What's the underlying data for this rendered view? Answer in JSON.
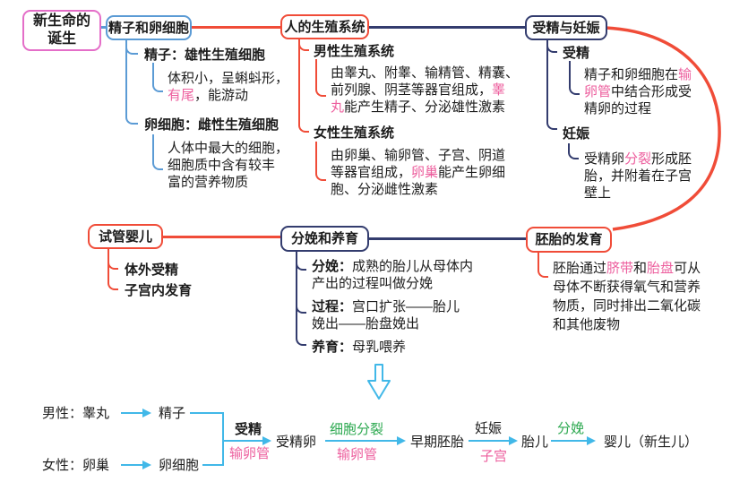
{
  "palette": {
    "magenta": "#E46EC8",
    "blue": "#5B9BD5",
    "red": "#F04C38",
    "navy": "#333C6E",
    "pink": "#ED5F9E",
    "green": "#2BA84F",
    "cyan": "#41B8E8",
    "ink": "#1C1C1C"
  },
  "root": {
    "line1": "新生命的",
    "line2": "诞生"
  },
  "sperm_egg": {
    "title": "精子和卵细胞",
    "sperm_label": "精子：雄性生殖细胞",
    "sperm_detail": {
      "lines": [
        [
          {
            "t": "体积小，呈蝌蚪形，"
          }
        ],
        [
          {
            "t": "有尾",
            "c": "pink"
          },
          {
            "t": "，能游动"
          }
        ]
      ]
    },
    "egg_label": "卵细胞：雌性生殖细胞",
    "egg_detail": {
      "lines": [
        [
          {
            "t": "人体中最大的细胞，"
          }
        ],
        [
          {
            "t": "细胞质中含有较丰"
          }
        ],
        [
          {
            "t": "富的营养物质"
          }
        ]
      ]
    }
  },
  "reproductive": {
    "title": "人的生殖系统",
    "male_label": "男性生殖系统",
    "male_detail": {
      "lines": [
        [
          {
            "t": "由睾丸、附睾、输精管、精囊、"
          }
        ],
        [
          {
            "t": "前列腺、阴茎等器官组成，"
          },
          {
            "t": "睾",
            "c": "pink"
          }
        ],
        [
          {
            "t": "丸",
            "c": "pink"
          },
          {
            "t": "能产生精子、分泌雄性激素"
          }
        ]
      ]
    },
    "female_label": "女性生殖系统",
    "female_detail": {
      "lines": [
        [
          {
            "t": "由卵巢、输卵管、子宫、阴道"
          }
        ],
        [
          {
            "t": "等器官组成，"
          },
          {
            "t": "卵巢",
            "c": "pink"
          },
          {
            "t": "能产生卵细"
          }
        ],
        [
          {
            "t": "胞、分泌雌性激素"
          }
        ]
      ]
    }
  },
  "fertilization": {
    "title": "受精与妊娠",
    "fert_label": "受精",
    "fert_detail": {
      "lines": [
        [
          {
            "t": "精子和卵细胞在"
          },
          {
            "t": "输",
            "c": "pink"
          }
        ],
        [
          {
            "t": "卵管",
            "c": "pink"
          },
          {
            "t": "中结合形成受"
          }
        ],
        [
          {
            "t": "精卵的过程"
          }
        ]
      ]
    },
    "preg_label": "妊娠",
    "preg_detail": {
      "lines": [
        [
          {
            "t": "受精卵"
          },
          {
            "t": "分裂",
            "c": "pink"
          },
          {
            "t": "形成胚"
          }
        ],
        [
          {
            "t": "胎，并附着在子宫"
          }
        ],
        [
          {
            "t": "壁上"
          }
        ]
      ]
    }
  },
  "ivf": {
    "title": "试管婴儿",
    "item1": "体外受精",
    "item2": "子宫内发育"
  },
  "delivery": {
    "title": "分娩和养育",
    "birth": {
      "lines": [
        [
          {
            "t": "分娩：",
            "b": true
          },
          {
            "t": "成熟的胎儿从母体内"
          }
        ],
        [
          {
            "t": "产出的过程叫做分娩"
          }
        ]
      ]
    },
    "process": {
      "lines": [
        [
          {
            "t": "过程：",
            "b": true
          },
          {
            "t": "宫口扩张——胎儿"
          }
        ],
        [
          {
            "t": "娩出——胎盘娩出"
          }
        ]
      ]
    },
    "nurture": {
      "lines": [
        [
          {
            "t": "养育：",
            "b": true
          },
          {
            "t": "母乳喂养"
          }
        ]
      ]
    }
  },
  "embryo": {
    "title": "胚胎的发育",
    "detail": {
      "lines": [
        [
          {
            "t": "胚胎通过"
          },
          {
            "t": "脐带",
            "c": "pink"
          },
          {
            "t": "和"
          },
          {
            "t": "胎盘",
            "c": "pink"
          },
          {
            "t": "可从"
          }
        ],
        [
          {
            "t": "母体不断获得氧气和营养"
          }
        ],
        [
          {
            "t": "物质，同时排出二氧化碳"
          }
        ],
        [
          {
            "t": "和其他废物"
          }
        ]
      ]
    }
  },
  "flow": {
    "male_label": "男性：睾丸",
    "sperm": "精子",
    "female_label": "女性：卵巢",
    "egg": "卵细胞",
    "fert_top": "受精",
    "fert_bottom": "输卵管",
    "zygote": "受精卵",
    "divide_top": "细胞分裂",
    "divide_bottom": "输卵管",
    "early_embryo": "早期胚胎",
    "preg_top": "妊娠",
    "preg_bottom": "子宫",
    "fetus": "胎儿",
    "birth_label": "分娩",
    "baby": "婴儿（新生儿）"
  }
}
